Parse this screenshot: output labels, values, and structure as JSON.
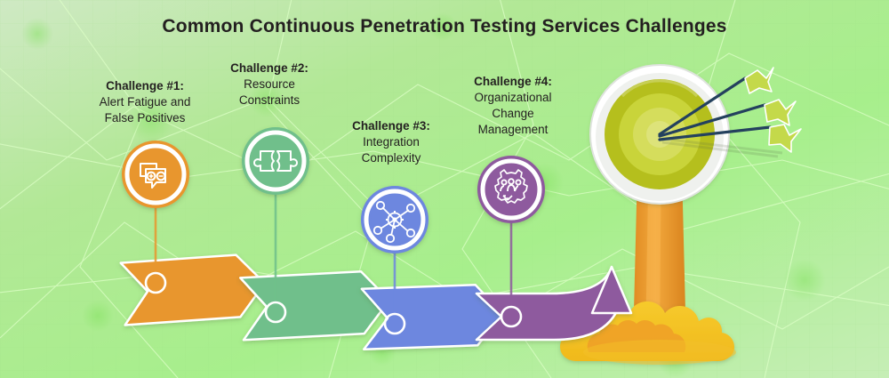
{
  "header": {
    "title": "Common Continuous Penetration Testing Services Challenges"
  },
  "challenges": [
    {
      "number": "Challenge #1:",
      "description": "Alert Fatigue and False Positives",
      "desc_line1": "Alert Fatigue and",
      "desc_line2": "False Positives",
      "icon": "speech-bubbles-plus-minus-icon",
      "color": "#E8962E",
      "arrow_color": "#E8962E"
    },
    {
      "number": "Challenge #2:",
      "description": "Resource Constraints",
      "desc_line1": "Resource",
      "desc_line2": "Constraints",
      "icon": "puzzle-pieces-icon",
      "color": "#6FBF8B",
      "arrow_color": "#6FBF8B"
    },
    {
      "number": "Challenge #3:",
      "description": "Integration Complexity",
      "desc_line1": "Integration",
      "desc_line2": "Complexity",
      "icon": "gear-network-nodes-icon",
      "color": "#6D87DF",
      "arrow_color": "#6D87DF"
    },
    {
      "number": "Challenge #4:",
      "description": "Organizational Change Management",
      "desc_line1": "Organizational",
      "desc_line2": "Change",
      "desc_line3": "Management",
      "icon": "gear-people-change-icon",
      "color": "#8E5A9E",
      "arrow_color": "#8E5A9E"
    }
  ],
  "goal": {
    "name": "target-with-arrows",
    "ring_outer_color": "#ffffff",
    "ring_mid_color": "#b5bf1d",
    "ring_inner_color": "#c9d43a",
    "bullseye_color": "#d7de63",
    "pedestal_color": "#E8962E",
    "cloud_color": "#F5C518",
    "arrow_shaft_color": "#24415e",
    "arrow_fletching_color": "#c4d94a",
    "arrow_count": 3
  },
  "background": {
    "base_color": "#b6e89a",
    "network_line_color": "#d8ffc0",
    "glow_color": "#7ee05a"
  }
}
